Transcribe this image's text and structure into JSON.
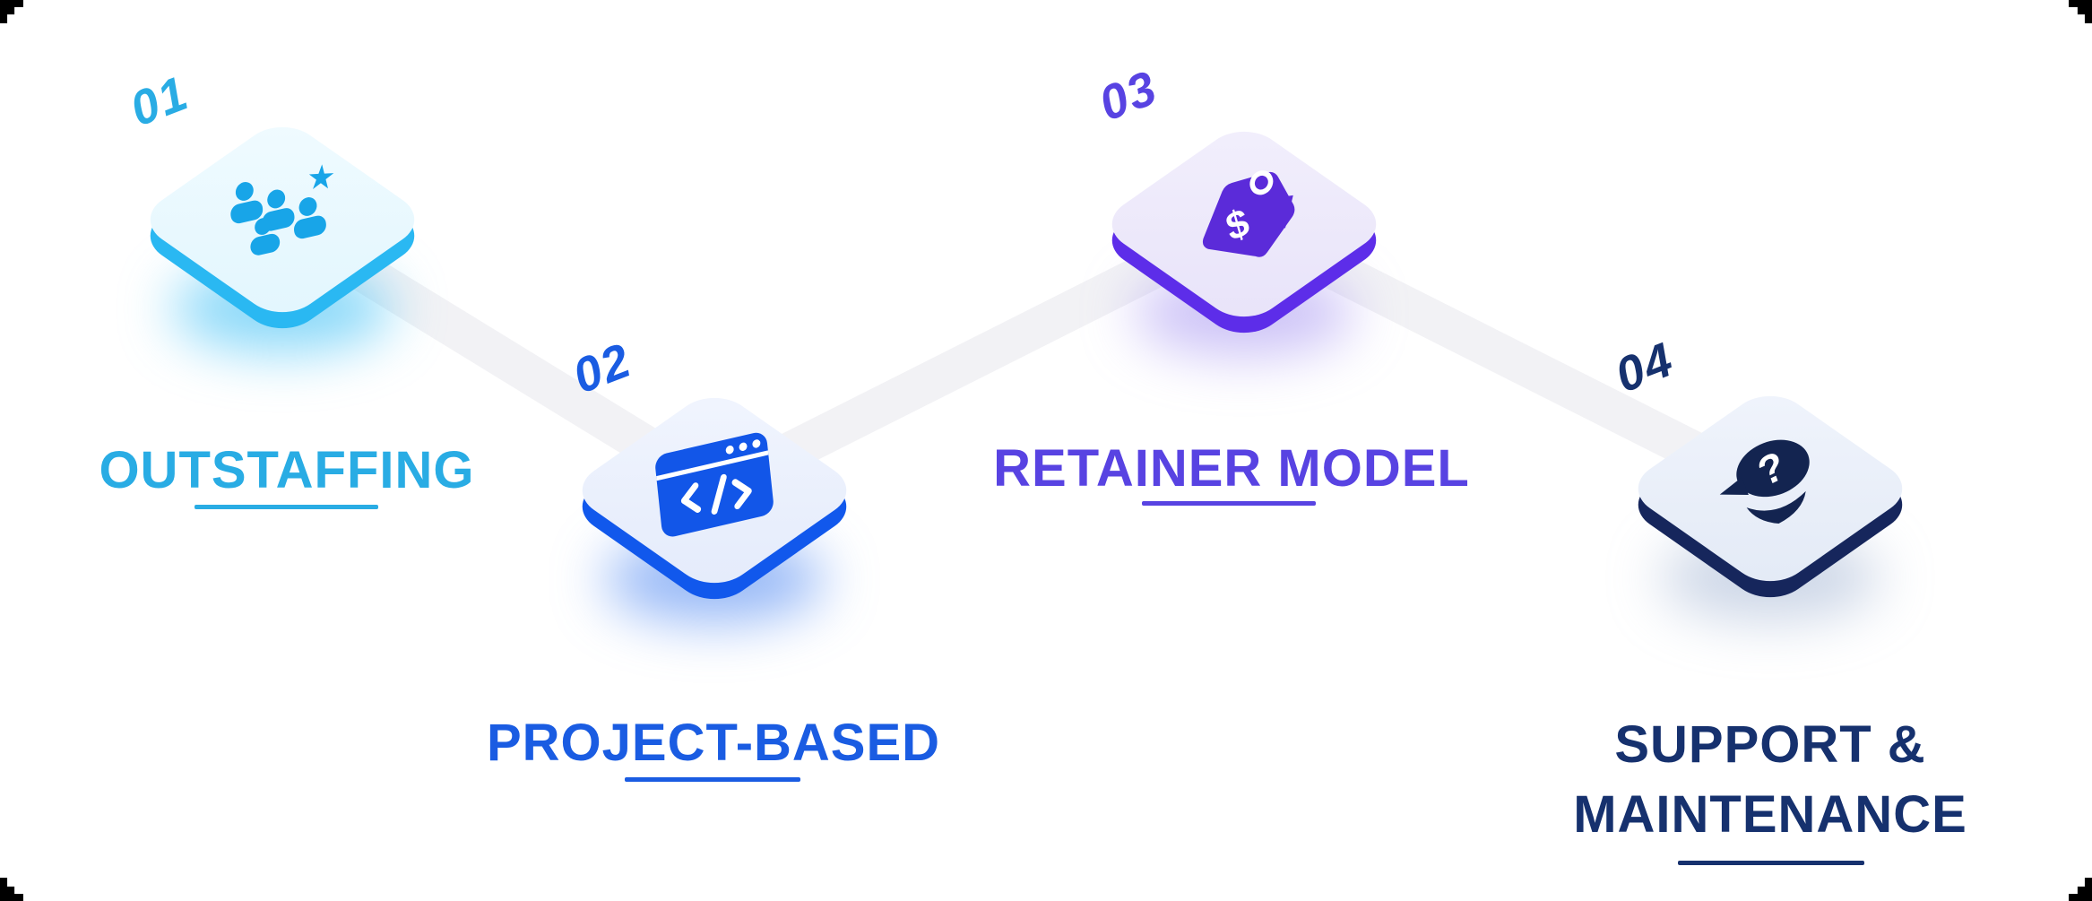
{
  "diagram": {
    "type": "process-steps-infographic",
    "background_color": "#FFFFFF",
    "connector_color": "#F2F2F5",
    "corner_mark_color": "#000000",
    "steps": [
      {
        "number": "01",
        "label": "OUTSTAFFING",
        "label_lines": [
          "OUTSTAFFING"
        ],
        "accent_color": "#29ACE4",
        "tile_face_color": "#E6F7FE",
        "tile_edge_color": "#2AB8F2",
        "icon": "team-star-icon"
      },
      {
        "number": "02",
        "label": "PROJECT-BASED",
        "label_lines": [
          "PROJECT-BASED"
        ],
        "accent_color": "#1A5CE2",
        "tile_face_color": "#E9EFFC",
        "tile_edge_color": "#1158EC",
        "icon": "code-window-icon"
      },
      {
        "number": "03",
        "label": "RETAINER MODEL",
        "label_lines": [
          "RETAINER MODEL"
        ],
        "accent_color": "#5843E2",
        "tile_face_color": "#EDEAFA",
        "tile_edge_color": "#5D2DE9",
        "icon": "price-tag-icon"
      },
      {
        "number": "04",
        "label": "SUPPORT & MAINTENANCE",
        "label_lines": [
          "SUPPORT &",
          "MAINTENANCE"
        ],
        "accent_color": "#16316E",
        "tile_face_color": "#E9EFF9",
        "tile_edge_color": "#16265C",
        "icon": "question-bubble-icon"
      }
    ]
  }
}
